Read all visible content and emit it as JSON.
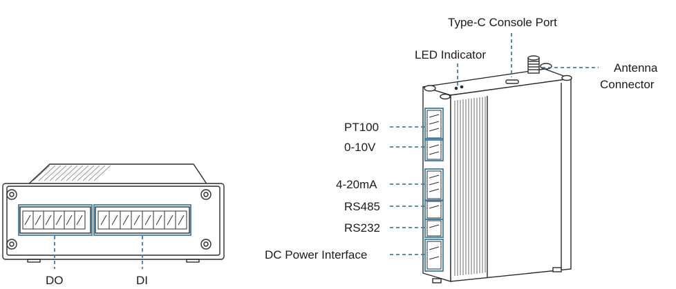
{
  "labels": {
    "do": "DO",
    "di": "DI",
    "type_c": "Type-C Console Port",
    "led": "LED Indicator",
    "antenna_line1": "Antenna",
    "antenna_line2": "Connector",
    "pt100": "PT100",
    "v010": "0-10V",
    "ma420": "4-20mA",
    "rs485": "RS485",
    "rs232": "RS232",
    "dc_power": "DC Power Interface"
  },
  "colors": {
    "callout": "#3d7ea6",
    "outline": "#2b2b2b",
    "fins": "#5a5a5a",
    "body_fill": "#ffffff"
  }
}
